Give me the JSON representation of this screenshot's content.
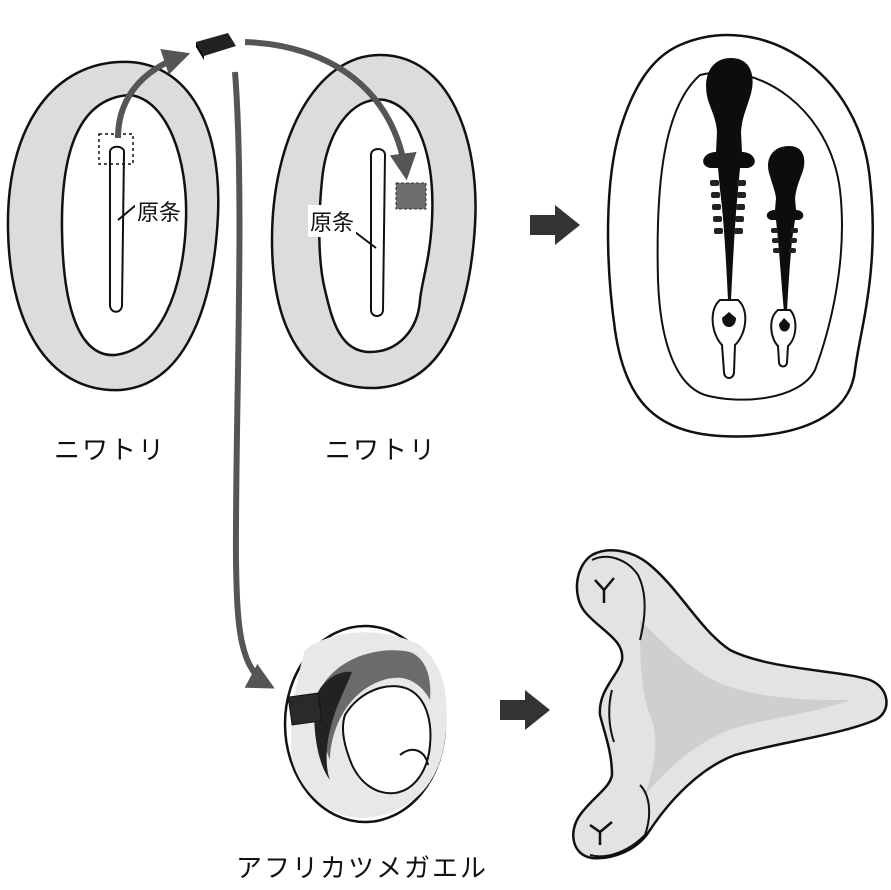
{
  "labels": {
    "primitive_streak_1": "原条",
    "primitive_streak_2": "原条",
    "chicken_donor": "ニワトリ",
    "chicken_host": "ニワトリ",
    "african_clawed_frog": "アフリカツメガエル"
  },
  "colors": {
    "outline": "#111111",
    "stipple": "#d9d9d9",
    "stipple_light": "#e6e6e6",
    "arrow": "#555555",
    "graft": "#222222",
    "embryo": "#0d0d0d"
  }
}
